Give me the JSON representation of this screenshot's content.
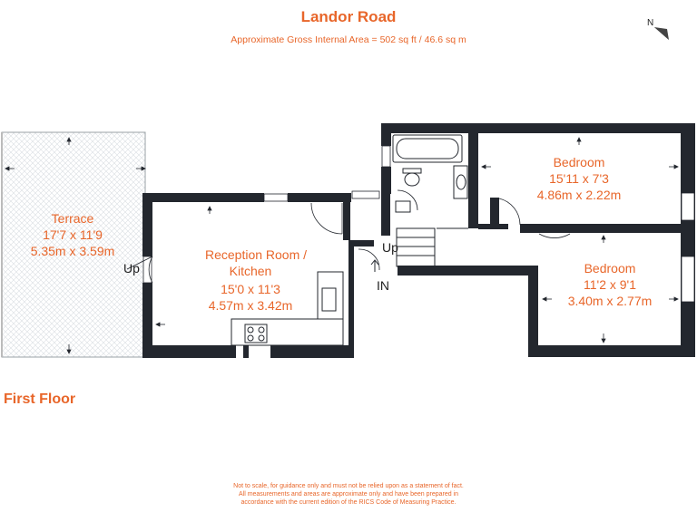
{
  "header": {
    "title": "Landor Road",
    "subtitle": "Approximate Gross Internal Area = 502 sq ft / 46.6 sq m"
  },
  "compass": {
    "label": "N"
  },
  "floor": {
    "label": "First Floor"
  },
  "rooms": {
    "terrace": {
      "name": "Terrace",
      "imperial": "17'7 x 11'9",
      "metric": "5.35m x 3.59m"
    },
    "reception": {
      "name_line1": "Reception Room /",
      "name_line2": "Kitchen",
      "imperial": "15'0 x 11'3",
      "metric": "4.57m x 3.42m"
    },
    "bedroom1": {
      "name": "Bedroom",
      "imperial": "15'11 x 7'3",
      "metric": "4.86m x 2.22m"
    },
    "bedroom2": {
      "name": "Bedroom",
      "imperial": "11'2 x 9'1",
      "metric": "3.40m x 2.77m"
    }
  },
  "markers": {
    "terrace_up": "Up",
    "stairs_up": "Up",
    "entrance": "IN"
  },
  "disclaimer": {
    "line1": "Not to scale, for guidance only and must not be relied upon as a statement of fact.",
    "line2": "All measurements and areas are approximate only and have been prepared in",
    "line3": "accordance with the current edition of the RICS Code of Measuring Practice."
  },
  "colors": {
    "accent": "#e8662a",
    "wall": "#23272e"
  }
}
